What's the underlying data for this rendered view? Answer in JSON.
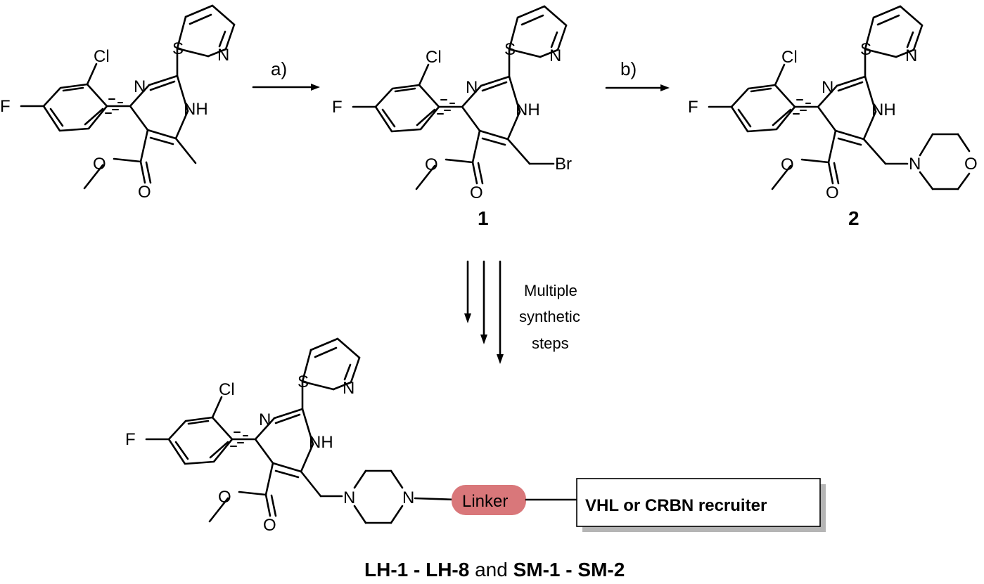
{
  "reaction_labels": {
    "step_a": "a)",
    "step_b": "b)"
  },
  "compound_labels": {
    "compound_1": "1",
    "compound_2": "2"
  },
  "multistep": {
    "line1": "Multiple",
    "line2": "synthetic",
    "line3": "steps"
  },
  "atoms": {
    "S": "S",
    "N": "N",
    "NH": "NH",
    "Cl": "Cl",
    "F": "F",
    "O": "O",
    "Br": "Br"
  },
  "linker": {
    "label": "Linker",
    "color": "#d9777a"
  },
  "recruiter": {
    "label": "VHL or CRBN recruiter"
  },
  "caption": {
    "part1": "LH-1 - LH-8",
    "part2": " and ",
    "part3": "SM-1 - SM-2"
  }
}
